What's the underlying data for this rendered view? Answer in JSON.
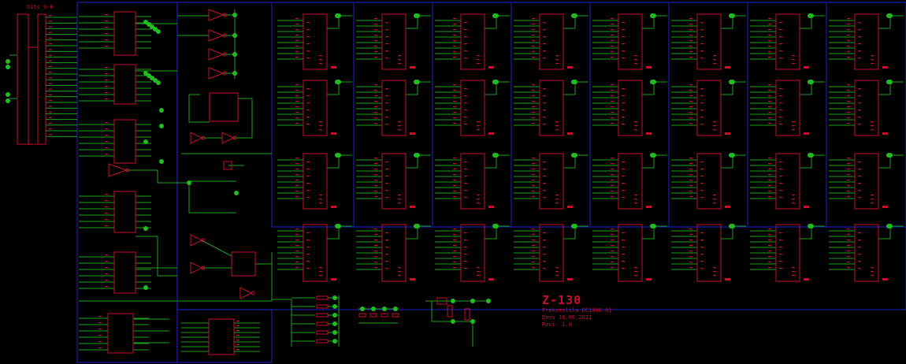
{
  "title_block": {
    "title": "Z-130",
    "line_1": "Prekreslila EC1046.01",
    "line_2": "Dnes 16.06.2021",
    "line_3": "Revi: 1.0"
  },
  "connector_label": "bits 0-6",
  "colors": {
    "background": "#000000",
    "frame": "#1a1aa8",
    "wire": "#1ea01e",
    "component": "#c8102e",
    "junction": "#22bb22"
  },
  "memory_array": {
    "columns": 8,
    "rows": 4
  }
}
